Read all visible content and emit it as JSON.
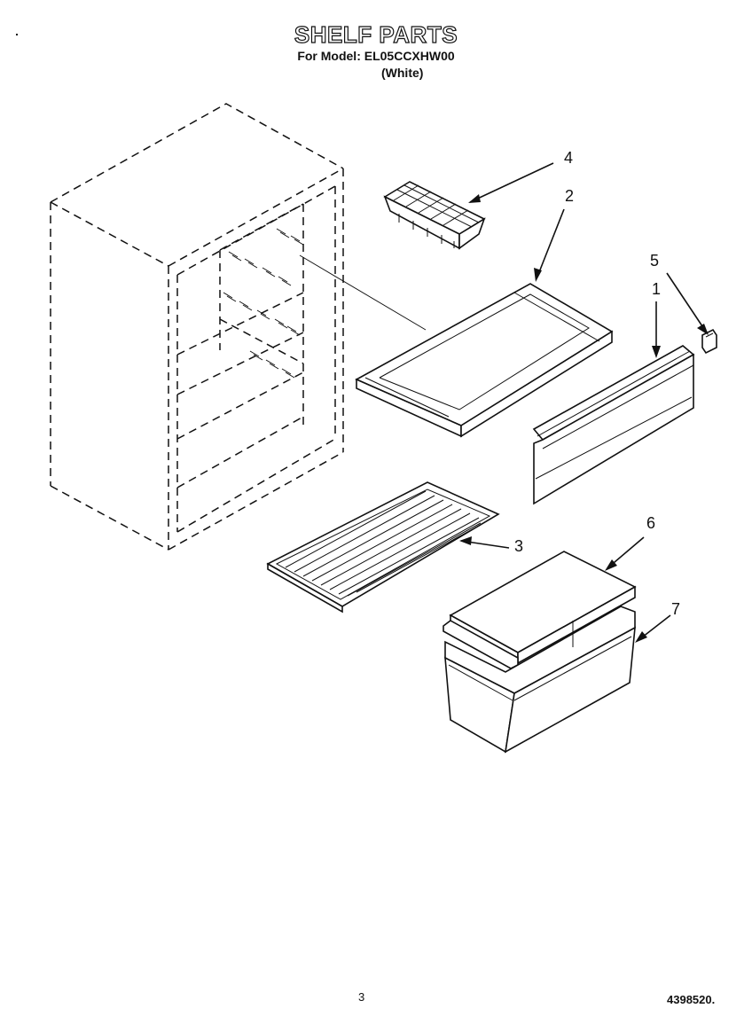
{
  "header": {
    "title": "SHELF PARTS",
    "model_line": "For Model: EL05CCXHW00",
    "variant": "(White)"
  },
  "callouts": [
    "1",
    "2",
    "3",
    "4",
    "5",
    "6",
    "7"
  ],
  "footer": {
    "page_number": "3",
    "doc_number": "4398520"
  }
}
